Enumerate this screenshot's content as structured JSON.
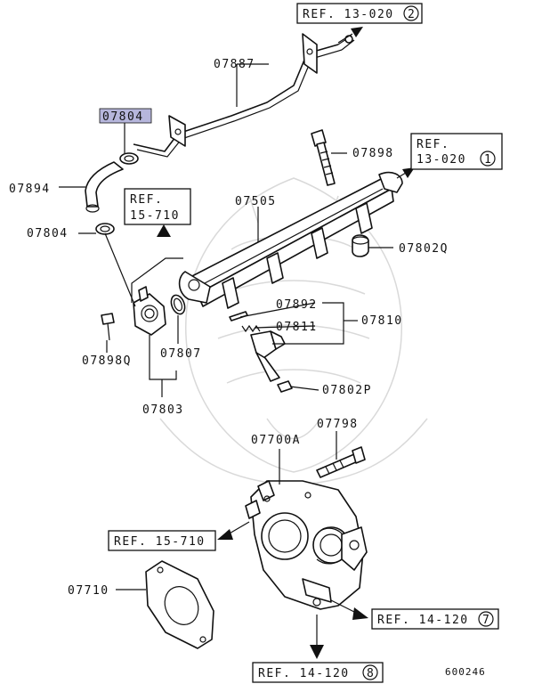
{
  "diagram_id": "600246",
  "highlight_color": "#b6b6dc",
  "labels": {
    "l07887": "07887",
    "l07804_top": "07804",
    "l07894": "07894",
    "l07804_mid": "07804",
    "l07505": "07505",
    "l07898": "07898",
    "l07802q": "07802Q",
    "l07892": "07892",
    "l07811": "07811",
    "l07810": "07810",
    "l07898q": "07898Q",
    "l07807": "07807",
    "l07803": "07803",
    "l07802p": "07802P",
    "l07798": "07798",
    "l07700a": "07700A",
    "l07710": "07710"
  },
  "refs": {
    "r13_020_2": {
      "text": "REF. 13-020",
      "num": "2"
    },
    "r13_020_1": {
      "line1": "REF.",
      "line2": "13-020",
      "num": "1"
    },
    "r15_710_top": {
      "line1": "REF.",
      "line2": "15-710"
    },
    "r15_710_mid": {
      "text": "REF. 15-710"
    },
    "r14_120_7": {
      "text": "REF. 14-120",
      "num": "7"
    },
    "r14_120_8": {
      "text": "REF. 14-120",
      "num": "8"
    }
  }
}
